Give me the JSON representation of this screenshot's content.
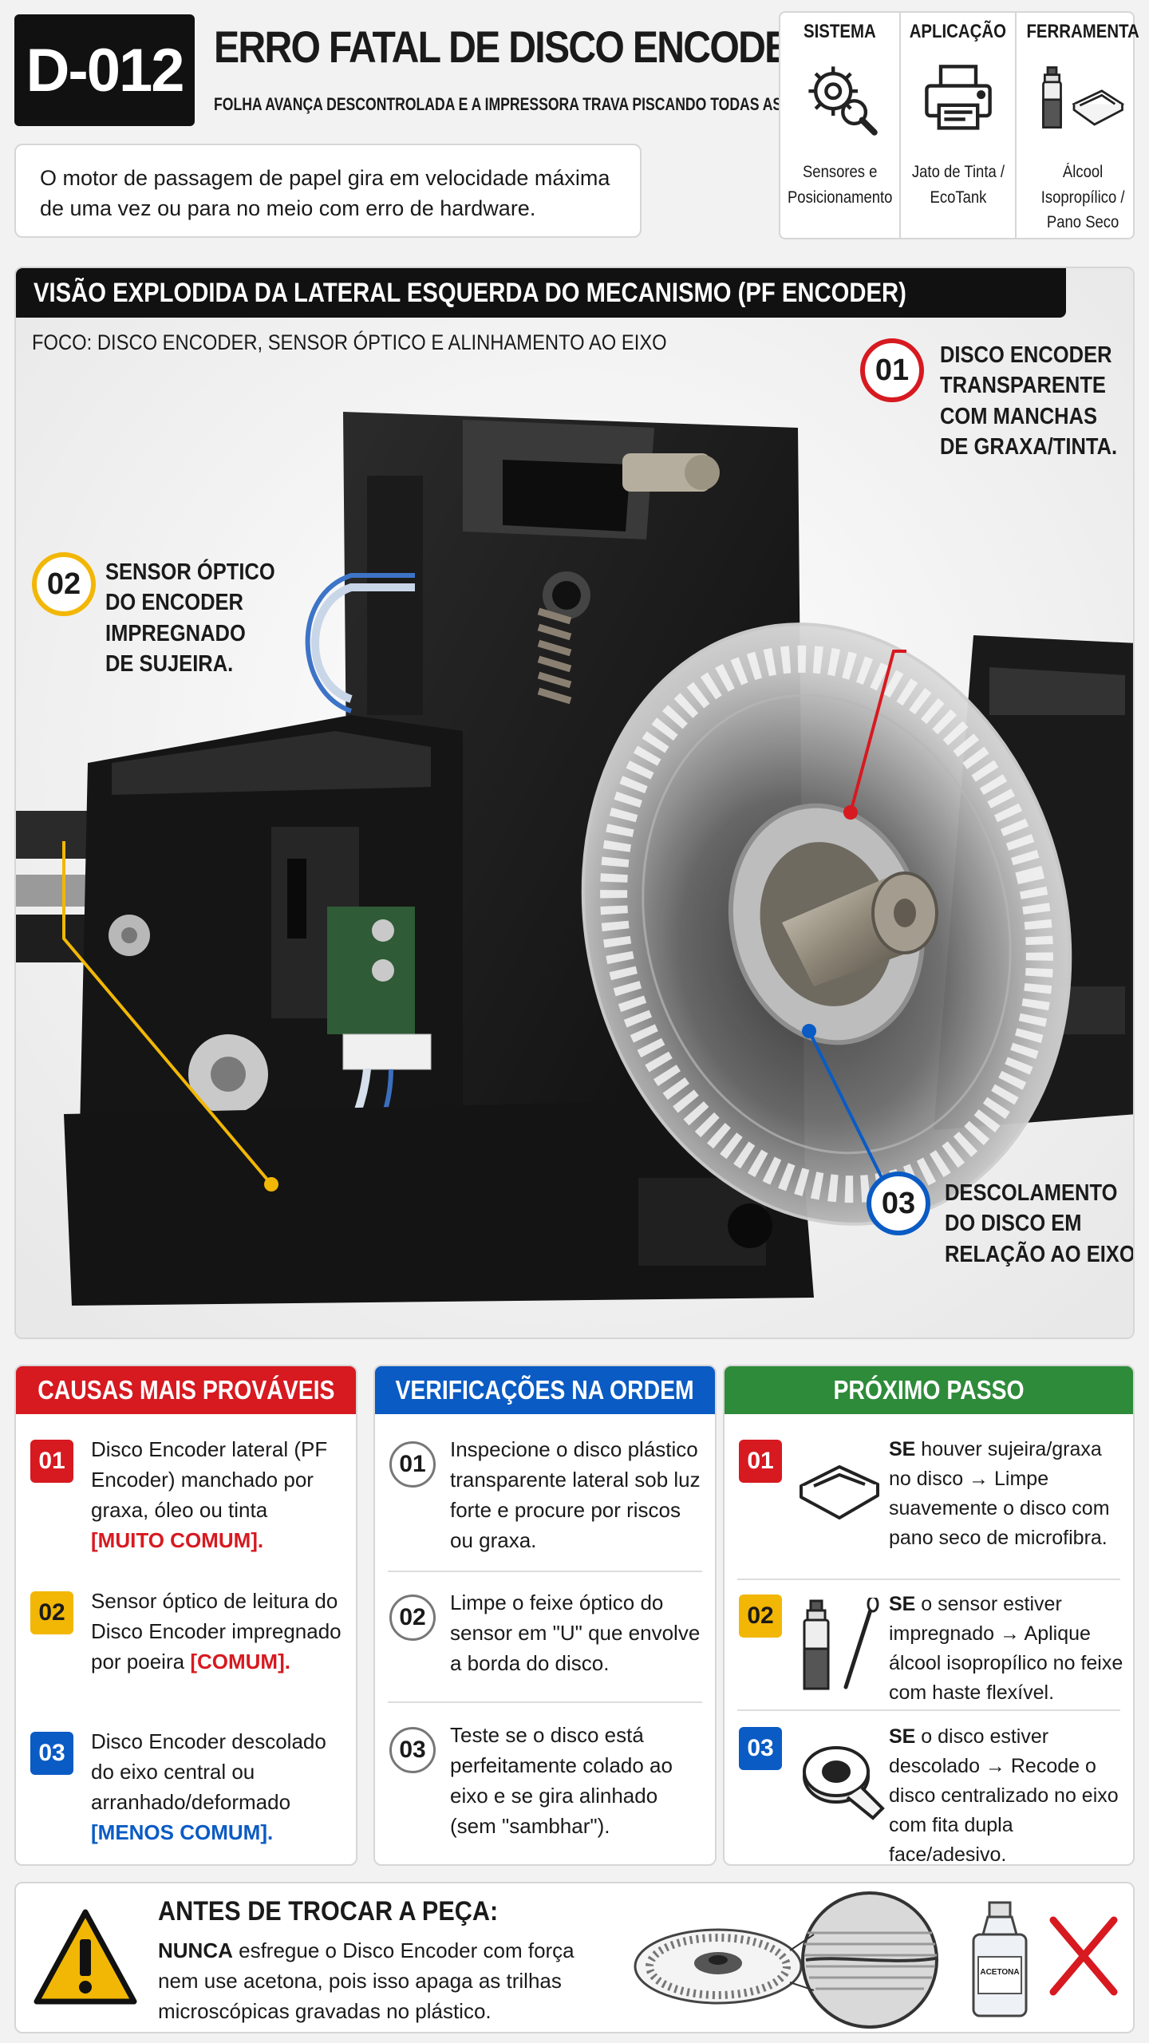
{
  "header": {
    "code": "D-012",
    "title": "ERRO FATAL DE DISCO ENCODER (PF)",
    "subtitle": "FOLHA AVANÇA DESCONTROLADA E A IMPRESSORA TRAVA PISCANDO TODAS AS LUZES",
    "intro_line1": "O motor de passagem de papel gira em velocidade máxima",
    "intro_line2": "de uma vez ou para no meio com erro de hardware."
  },
  "info": {
    "system_head": "SISTEMA",
    "system_line1": "Sensores e",
    "system_line2": "Posicionamento",
    "application_head": "APLICAÇÃO",
    "application_line1": "Jato de Tinta /",
    "application_line2": "EcoTank",
    "tool_head": "FERRAMENTA",
    "tool_line1": "Álcool Isopropílico /",
    "tool_line2": "Pano Seco"
  },
  "main": {
    "heading": "VISÃO EXPLODIDA DA LATERAL ESQUERDA DO MECANISMO (PF ENCODER)",
    "focus": "FOCO: DISCO ENCODER, SENSOR ÓPTICO E ALINHAMENTO AO EIXO",
    "callouts": [
      {
        "num": "01",
        "l1": "DISCO ENCODER",
        "l2": "TRANSPARENTE",
        "l3": "COM MANCHAS",
        "l4": "DE GRAXA/TINTA."
      },
      {
        "num": "02",
        "l1": "SENSOR ÓPTICO",
        "l2": "DO ENCODER",
        "l3": "IMPREGNADO",
        "l4": "DE SUJEIRA."
      },
      {
        "num": "03",
        "l1": "DESCOLAMENTO",
        "l2": "DO DISCO EM",
        "l3": "RELAÇÃO AO EIXO."
      }
    ]
  },
  "causes": {
    "heading": "CAUSAS MAIS PROVÁVEIS",
    "items": [
      {
        "num": "01",
        "text": "Disco Encoder lateral (PF Encoder) manchado por graxa, óleo ou tinta ",
        "tag": "[MUITO COMUM]."
      },
      {
        "num": "02",
        "text": "Sensor óptico de leitura do Disco Encoder impregnado por poeira ",
        "tag": "[COMUM]."
      },
      {
        "num": "03",
        "text": "Disco Encoder descolado do eixo central ou arranhado/deformado ",
        "tag": "[MENOS COMUM]."
      }
    ]
  },
  "checks": {
    "heading": "VERIFICAÇÕES NA ORDEM",
    "items": [
      {
        "num": "01",
        "text": "Inspecione o disco plástico transparente lateral sob luz forte e procure por riscos ou graxa."
      },
      {
        "num": "02",
        "text": "Limpe o feixe óptico do sensor em \"U\" que envolve a borda do disco."
      },
      {
        "num": "03",
        "text": "Teste se o disco está perfeitamente colado ao eixo e se gira alinhado (sem \"sambhar\")."
      }
    ]
  },
  "next": {
    "heading": "PRÓXIMO PASSO",
    "items": [
      {
        "num": "01",
        "se": "SE",
        "text": " houver sujeira/graxa no disco → Limpe suavemente o disco com pano seco de microfibra."
      },
      {
        "num": "02",
        "se": "SE",
        "text": " o sensor estiver impregnado → Aplique álcool isopropílico no feixe com haste flexível."
      },
      {
        "num": "03",
        "se": "SE",
        "text": " o disco estiver descolado → Recode o disco centralizado no eixo com fita dupla face/adesivo."
      }
    ]
  },
  "warning": {
    "title": "ANTES DE TROCAR A PEÇA:",
    "nunca": "NUNCA",
    "text": " esfregue o Disco Encoder com força nem use acetona, pois isso apaga as trilhas microscópicas gravadas no plástico.",
    "bottle_label": "ACETONA"
  },
  "colors": {
    "red": "#d71920",
    "yellow": "#f2b705",
    "blue": "#0a5bc4",
    "green": "#2e8b3a",
    "dark": "#111111"
  }
}
